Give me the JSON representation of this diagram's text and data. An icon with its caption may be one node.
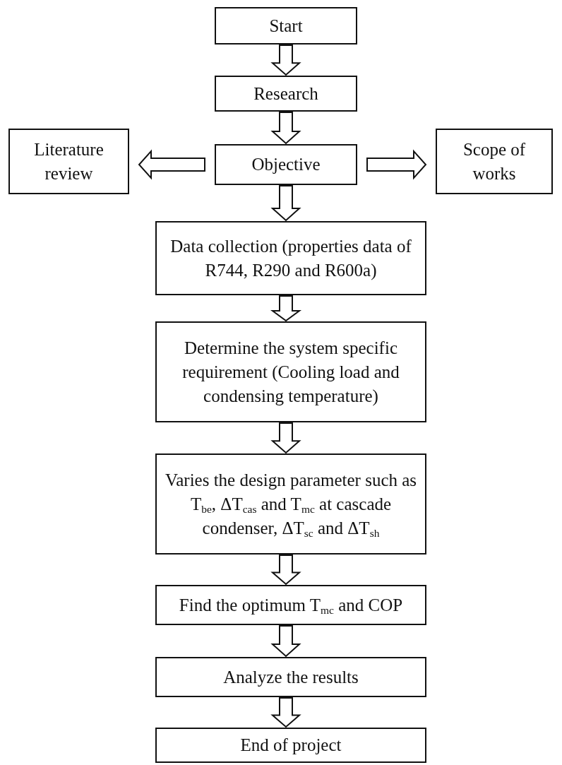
{
  "diagram": {
    "nodes": [
      {
        "text": [
          "Start"
        ]
      },
      {
        "text": [
          "Research"
        ]
      },
      {
        "text": [
          "Objective"
        ]
      },
      {
        "text": [
          "Literature review"
        ]
      },
      {
        "text": [
          "Scope of works"
        ]
      },
      {
        "text": [
          "Data collection (properties data of R744, R290 and R600a)"
        ]
      },
      {
        "text": [
          "Determine the system specific requirement (Cooling load and condensing temperature)"
        ]
      },
      {
        "text": [
          "Varies the design parameter such as T$_{be}$, ΔT$_{cas}$ and T$_{mc}$ at cascade condenser, ΔT$_{sc}$ and ΔT$_{sh}$"
        ]
      },
      {
        "text": [
          "Find the optimum T$_{mc}$ and COP"
        ]
      },
      {
        "text": [
          "Analyze the results"
        ]
      },
      {
        "text": [
          "End of project"
        ]
      }
    ],
    "edges": [
      {
        "from": 0,
        "to": 1,
        "arrow": "to"
      },
      {
        "from": 1,
        "to": 2,
        "arrow": "to"
      },
      {
        "from": 2,
        "to": 3,
        "arrow": "to"
      },
      {
        "from": 2,
        "to": 4,
        "arrow": "to"
      },
      {
        "from": 2,
        "to": 5,
        "arrow": "to"
      },
      {
        "from": 5,
        "to": 6,
        "arrow": "to"
      },
      {
        "from": 6,
        "to": 7,
        "arrow": "to"
      },
      {
        "from": 7,
        "to": 8,
        "arrow": "to"
      },
      {
        "from": 8,
        "to": 9,
        "arrow": "to"
      },
      {
        "from": 9,
        "to": 10,
        "arrow": "to"
      }
    ]
  }
}
